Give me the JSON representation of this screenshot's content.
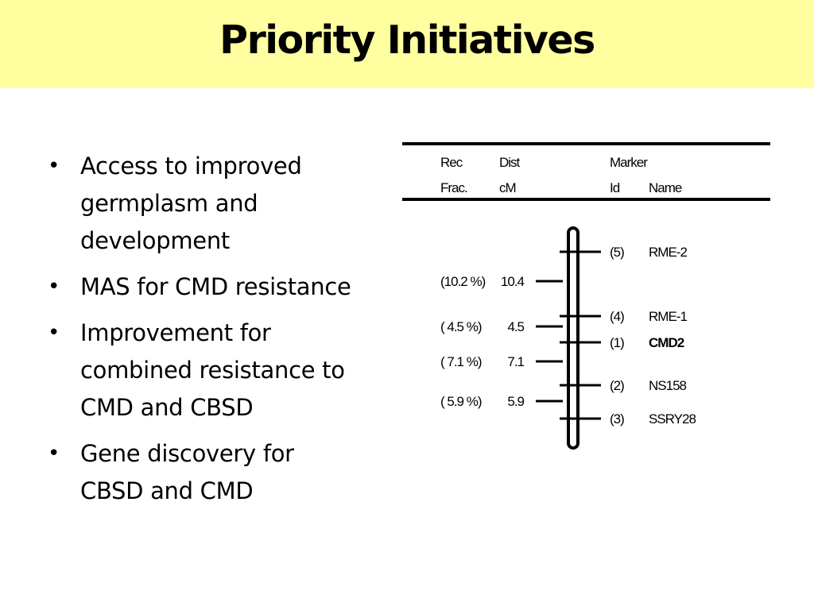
{
  "slide": {
    "title": "Priority Initiatives",
    "bullets": [
      "Access to improved germplasm and development",
      "MAS for CMD resistance",
      "Improvement for combined resistance to CMD and CBSD",
      "Gene discovery for CBSD and CMD"
    ],
    "bullet_lines": [
      [
        "Access to improved",
        "germplasm and",
        "development"
      ],
      [
        "MAS for CMD resistance"
      ],
      [
        "Improvement for",
        "combined resistance to",
        "CMD and CBSD"
      ],
      [
        "Gene discovery for",
        "CBSD and CMD"
      ]
    ]
  },
  "linkage_map": {
    "headers": {
      "rec": "Rec",
      "frac": "Frac.",
      "dist": "Dist",
      "cm": "cM",
      "marker": "Marker",
      "id": "Id",
      "name": "Name"
    },
    "markers": [
      {
        "id": "(5)",
        "name": "RME-2",
        "highlight": false
      },
      {
        "id": "(4)",
        "name": "RME-1",
        "highlight": false
      },
      {
        "id": "(1)",
        "name": "CMD2",
        "highlight": true
      },
      {
        "id": "(2)",
        "name": "NS158",
        "highlight": false
      },
      {
        "id": "(3)",
        "name": "SSRY28",
        "highlight": false
      }
    ],
    "intervals": [
      {
        "rec_frac": "(10.2 %)",
        "dist_cm": "10.4"
      },
      {
        "rec_frac": "( 4.5 %)",
        "dist_cm": "4.5"
      },
      {
        "rec_frac": "( 7.1 %)",
        "dist_cm": "7.1"
      },
      {
        "rec_frac": "( 5.9 %)",
        "dist_cm": "5.9"
      }
    ],
    "highlight_color": "#e8101a"
  }
}
